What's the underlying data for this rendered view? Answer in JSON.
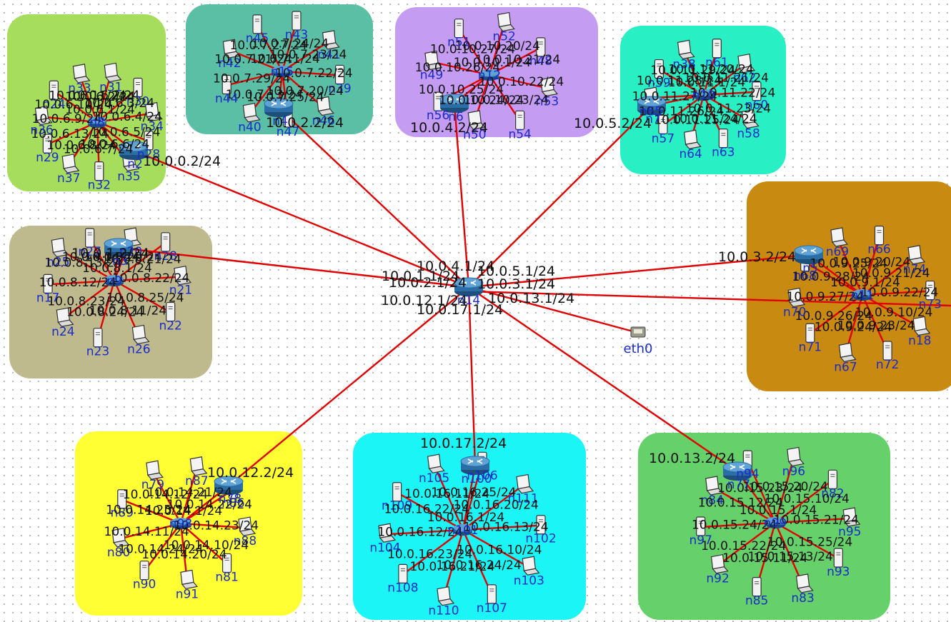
{
  "colors": {
    "link": "#e00000",
    "node_label": "#1a2cc8",
    "ip_label": "#111111",
    "group_green": "#a6dd5c",
    "group_teal": "#5bbfa5",
    "group_purple": "#c49cf2",
    "group_aqua": "#29f0c4",
    "group_khaki": "#bfb98e",
    "group_orange": "#c98a12",
    "group_yellow": "#ffff33",
    "group_cyan": "#1cf5f5",
    "group_lime": "#66d16a"
  },
  "core": {
    "name": "n14",
    "ips": [
      "10.0.4.1/24",
      "10.0.5.1/24",
      "10.0.1.1/24",
      "10.0.2.1/24",
      "10.0.3.1/24",
      "10.0.13.1/24",
      "10.0.12.1/24",
      "10.0.17.1/24"
    ]
  },
  "eth0": {
    "label": "eth0"
  },
  "groups": [
    {
      "id": "g-n2",
      "color": "#a6dd5c",
      "router": {
        "name": "n2",
        "ip": "10.0.0.2/24"
      },
      "switch": {
        "name": "n8",
        "ips": [
          "10.0.6.1/24",
          "10.0.6.2/24"
        ]
      },
      "hosts": [
        {
          "name": "n31",
          "ip": "10.0.6.2/24"
        },
        {
          "name": "n30",
          "ip": "10.0.6.3/24"
        },
        {
          "name": "n34",
          "ip": "10.0.6.4/24"
        },
        {
          "name": "n28",
          "ip": "10.0.6.5/24"
        },
        {
          "name": "n35",
          "ip": "10.0.6.6/24"
        },
        {
          "name": "n32",
          "ip": "10.0.6.7/24"
        },
        {
          "name": "n37",
          "ip": "10.0.6.8/24"
        },
        {
          "name": "n29",
          "ip": "10.0.6.13/24"
        },
        {
          "name": "n36",
          "ip": "10.0.6.9/24"
        },
        {
          "name": "n24",
          "ip": "10.0.6.10/24"
        },
        {
          "name": "n33",
          "ip": "10.0.6.11/24"
        }
      ]
    },
    {
      "id": "g-n4",
      "color": "#5bbfa5",
      "router": {
        "name": "n4",
        "ip": "10.0.2.2/24"
      },
      "switch": {
        "name": "n15",
        "ips": [
          "10.0.7.1/24"
        ]
      },
      "hosts": [
        {
          "name": "n43",
          "ip": "10.0.7.24/24"
        },
        {
          "name": "n41",
          "ip": "10.0.7.23/24"
        },
        {
          "name": "n39",
          "ip": "10.0.7.22/24"
        },
        {
          "name": "n46",
          "ip": "10.0.7.20/24"
        },
        {
          "name": "n47",
          "ip": "10.0.7.25/24"
        },
        {
          "name": "n40",
          "ip": "10.0.7.13/24"
        },
        {
          "name": "n44",
          "ip": "10.0.7.29/24"
        },
        {
          "name": "n42",
          "ip": "10.0.7.21/24"
        },
        {
          "name": "n45",
          "ip": "10.0.7.27/24"
        }
      ]
    },
    {
      "id": "g-n6",
      "color": "#c49cf2",
      "router": {
        "name": "n6",
        "ip": "10.0.4.2/24"
      },
      "switch": {
        "name": "n12",
        "ips": [
          "10.0.10.1/24"
        ]
      },
      "hosts": [
        {
          "name": "n52",
          "ip": "10.0.10.20/24"
        },
        {
          "name": "n48",
          "ip": "10.0.10.21/24"
        },
        {
          "name": "n53",
          "ip": "10.0.10.22/24"
        },
        {
          "name": "n54",
          "ip": "10.0.10.23/24"
        },
        {
          "name": "n50",
          "ip": "10.0.10.24/24"
        },
        {
          "name": "n56",
          "ip": "10.0.10.25/24"
        },
        {
          "name": "n49",
          "ip": "10.0.10.26/24"
        },
        {
          "name": "n51",
          "ip": "10.0.10.27/24"
        }
      ]
    },
    {
      "id": "g-n7",
      "color": "#29f0c4",
      "router": {
        "name": "n7",
        "ip": "10.0.5.2/24"
      },
      "switch": {
        "name": "n10",
        "ips": [
          "10.0.11.1/24"
        ]
      },
      "hosts": [
        {
          "name": "n61",
          "ip": "10.0.11.20/24"
        },
        {
          "name": "n62",
          "ip": "10.0.11.21/24"
        },
        {
          "name": "n60",
          "ip": "10.0.11.22/24"
        },
        {
          "name": "n58",
          "ip": "10.0.11.23/24"
        },
        {
          "name": "n63",
          "ip": "10.0.11.24/24"
        },
        {
          "name": "n64",
          "ip": "10.0.11.25/24"
        },
        {
          "name": "n57",
          "ip": "10.0.11.26/24"
        },
        {
          "name": "n65",
          "ip": "10.0.11.27/24"
        },
        {
          "name": "n59",
          "ip": "10.0.11.28/24"
        },
        {
          "name": "n38",
          "ip": "10.0.11.29/24"
        }
      ]
    },
    {
      "id": "g-n3",
      "color": "#bfb98e",
      "router": {
        "name": "n3",
        "ip": "10.0.1.2/24"
      },
      "switch": {
        "name": "n9",
        "ips": [
          "10.0.8.1/24"
        ]
      },
      "hosts": [
        {
          "name": "n20",
          "ip": "10.0.8.20/24"
        },
        {
          "name": "n28",
          "ip": "10.0.8.21/24"
        },
        {
          "name": "n21",
          "ip": "10.0.8.22/24"
        },
        {
          "name": "n22",
          "ip": "10.0.8.25/24"
        },
        {
          "name": "n26",
          "ip": "10.0.8.11/24"
        },
        {
          "name": "n23",
          "ip": "10.0.8.24/24"
        },
        {
          "name": "n24",
          "ip": "10.0.8.23/24"
        },
        {
          "name": "n17",
          "ip": "10.0.8.12/24"
        },
        {
          "name": "n25",
          "ip": "10.0.8.13/24"
        },
        {
          "name": "n27",
          "ip": "10.0.8.14/24"
        }
      ]
    },
    {
      "id": "g-n5",
      "color": "#c98a12",
      "router": {
        "name": "n5",
        "ip": "10.0.3.2/24"
      },
      "switch": {
        "name": "n11",
        "ips": [
          "10.0.9.1/24"
        ]
      },
      "hosts": [
        {
          "name": "n66",
          "ip": "10.0.9.20/24"
        },
        {
          "name": "n74",
          "ip": "10.0.9.21/24"
        },
        {
          "name": "n73",
          "ip": "10.0.9.22/24"
        },
        {
          "name": "n18",
          "ip": "10.0.9.10/24"
        },
        {
          "name": "n72",
          "ip": "10.0.9.23/24"
        },
        {
          "name": "n67",
          "ip": "10.0.9.24/24"
        },
        {
          "name": "n71",
          "ip": "10.0.9.26/24"
        },
        {
          "name": "n70",
          "ip": "10.0.9.27/24"
        },
        {
          "name": "n68",
          "ip": "10.0.9.28/24"
        },
        {
          "name": "n69",
          "ip": "10.0.9.25/24"
        }
      ]
    },
    {
      "id": "g-n78",
      "color": "#ffff33",
      "router": {
        "name": "n78",
        "ip": "10.0.12.2/24"
      },
      "switch": {
        "name": "n98",
        "ips": [
          "10.0.14.1/24"
        ]
      },
      "hosts": [
        {
          "name": "n87",
          "ip": "10.0.14.21/24"
        },
        {
          "name": "n86",
          "ip": "10.0.14.22/24"
        },
        {
          "name": "n88",
          "ip": "10.0.14.23/24"
        },
        {
          "name": "n81",
          "ip": "10.0.14.10/24"
        },
        {
          "name": "n91",
          "ip": "10.0.14.20/24"
        },
        {
          "name": "n90",
          "ip": "10.0.14.24/24"
        },
        {
          "name": "n80",
          "ip": "10.0.14.11/24"
        },
        {
          "name": "n89",
          "ip": "10.0.14.25/24"
        },
        {
          "name": "n79",
          "ip": "10.0.14.12/24"
        }
      ]
    },
    {
      "id": "g-n100",
      "color": "#1cf5f5",
      "router": {
        "name": "n100",
        "ip": "10.0.17.2/24"
      },
      "switch": {
        "name": "n101",
        "ips": [
          "10.0.16.1/24"
        ]
      },
      "hosts": [
        {
          "name": "n106",
          "ip": "10.0.16.25/24"
        },
        {
          "name": "n111",
          "ip": "10.0.16.20/24"
        },
        {
          "name": "n102",
          "ip": "10.0.16.13/24"
        },
        {
          "name": "n103",
          "ip": "10.0.16.10/24"
        },
        {
          "name": "n107",
          "ip": "10.0.16.24/24"
        },
        {
          "name": "n110",
          "ip": "10.0.16.21/24"
        },
        {
          "name": "n108",
          "ip": "10.0.16.23/24"
        },
        {
          "name": "n104",
          "ip": "10.0.16.12/24"
        },
        {
          "name": "n109",
          "ip": "10.0.16.22/24"
        },
        {
          "name": "n105",
          "ip": "10.0.16.11/24"
        }
      ]
    },
    {
      "id": "g-n77",
      "color": "#66d16a",
      "router": {
        "name": "n77",
        "ip": "10.0.13.2/24"
      },
      "switch": {
        "name": "n99",
        "ips": [
          "10.0.15.1/24"
        ]
      },
      "hosts": [
        {
          "name": "n96",
          "ip": "10.0.15.20/24"
        },
        {
          "name": "n82",
          "ip": "10.0.15.10/24"
        },
        {
          "name": "n95",
          "ip": "10.0.15.21/24"
        },
        {
          "name": "n93",
          "ip": "10.0.15.25/24"
        },
        {
          "name": "n83",
          "ip": "10.0.15.13/24"
        },
        {
          "name": "n85",
          "ip": "10.0.15.11/24"
        },
        {
          "name": "n92",
          "ip": "10.0.15.22/24"
        },
        {
          "name": "n97",
          "ip": "10.0.15.24/24"
        },
        {
          "name": "n84",
          "ip": "10.0.15.12/24"
        },
        {
          "name": "n94",
          "ip": "10.0.15.23/24"
        }
      ]
    }
  ]
}
